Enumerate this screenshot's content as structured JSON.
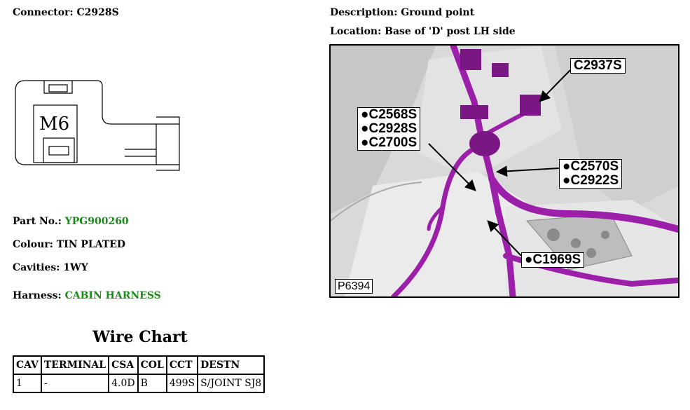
{
  "connector": {
    "label": "Connector:",
    "value": "C2928S"
  },
  "description": {
    "label": "Description:",
    "value": "Ground point"
  },
  "location": {
    "label": "Location:",
    "value": "Base of 'D' post LH side"
  },
  "drawing": {
    "stud_label": "M6"
  },
  "part_no": {
    "label": "Part No.:",
    "value": "YPG900260"
  },
  "colour": {
    "label": "Colour:",
    "value": "TIN PLATED"
  },
  "cavities": {
    "label": "Cavities:",
    "value": "1WY"
  },
  "harness": {
    "label": "Harness:",
    "value": "CABIN HARNESS"
  },
  "photo": {
    "figure_id": "P6394",
    "callouts": {
      "c2937s": "C2937S",
      "group_left": [
        "●C2568S",
        "●C2928S",
        "●C2700S"
      ],
      "group_right": [
        "●C2570S",
        "●C2922S"
      ],
      "c1969s": "●C1969S"
    }
  },
  "wire_chart": {
    "title": "Wire Chart",
    "headers": [
      "CAV",
      "TERMINAL",
      "CSA",
      "COL",
      "CCT",
      "DESTN"
    ],
    "rows": [
      [
        "1",
        "-",
        "4.0D",
        "B",
        "499S",
        "S/JOINT SJ8"
      ]
    ]
  },
  "colors": {
    "link_green": "#1a8a1a",
    "harness_purple": "#9b1fa8"
  }
}
